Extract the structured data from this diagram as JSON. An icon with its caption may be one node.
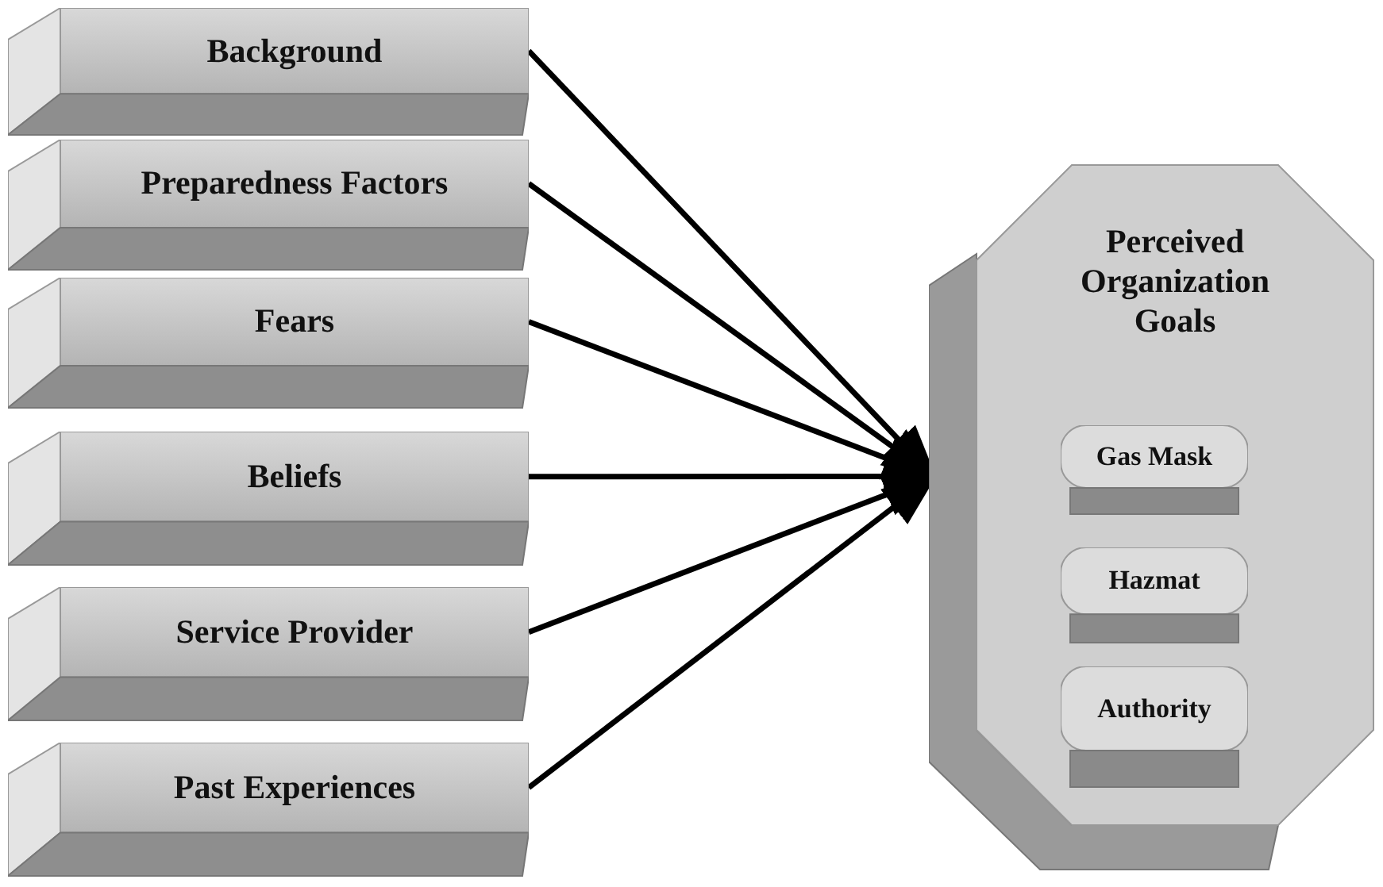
{
  "diagram": {
    "nodes": [
      {
        "text": [
          "Background"
        ]
      },
      {
        "text": [
          "Preparedness Factors"
        ]
      },
      {
        "text": [
          "Fears"
        ]
      },
      {
        "text": [
          "Beliefs"
        ]
      },
      {
        "text": [
          "Service Provider"
        ]
      },
      {
        "text": [
          "Past Experiences"
        ]
      },
      {
        "text": [
          "Perceived Organization Goals"
        ]
      },
      {
        "text": [
          "Gas Mask"
        ],
        "in": 6
      },
      {
        "text": [
          "Hazmat"
        ],
        "in": 6
      },
      {
        "text": [
          "Authority"
        ],
        "in": 6
      }
    ],
    "edges": [
      {
        "from": 0,
        "to": 6,
        "arrow": "to"
      },
      {
        "from": 1,
        "to": 6,
        "arrow": "to"
      },
      {
        "from": 2,
        "to": 6,
        "arrow": "to"
      },
      {
        "from": 3,
        "to": 6,
        "arrow": "to"
      },
      {
        "from": 4,
        "to": 6,
        "arrow": "to"
      },
      {
        "from": 5,
        "to": 6,
        "arrow": "to"
      }
    ]
  }
}
